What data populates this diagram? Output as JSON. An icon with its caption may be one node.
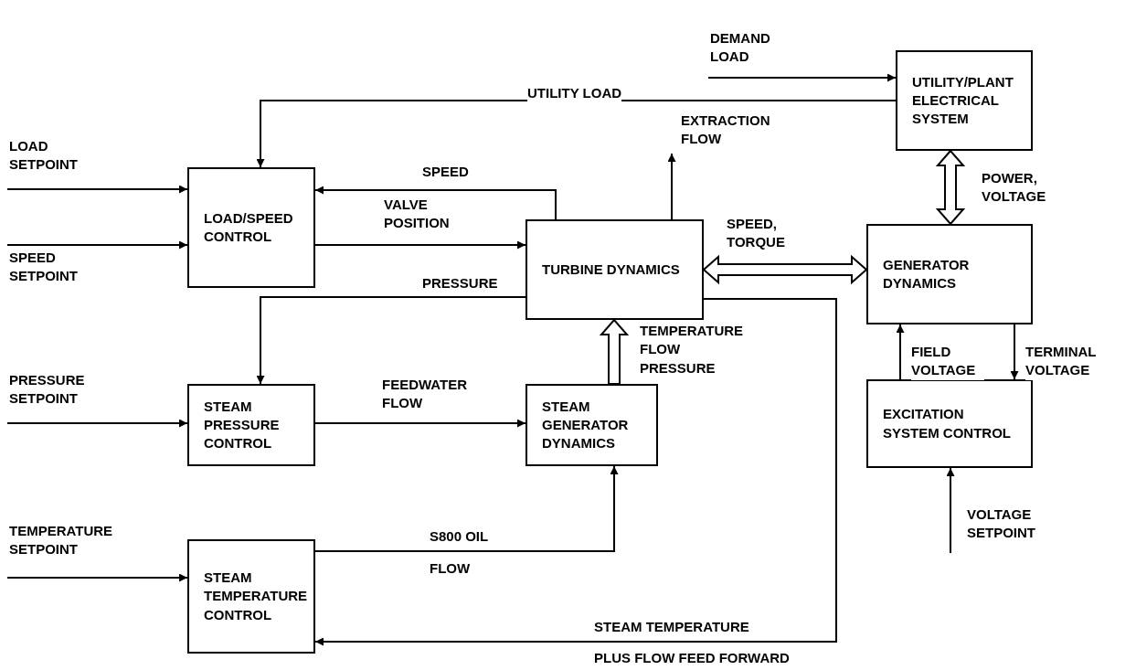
{
  "diagram": {
    "nodes": [
      {
        "text": [
          "UTILITY/PLANT ELECTRICAL SYSTEM"
        ]
      },
      {
        "text": [
          "LOAD/SPEED CONTROL"
        ]
      },
      {
        "text": [
          "TURBINE DYNAMICS"
        ]
      },
      {
        "text": [
          "GENERATOR DYNAMICS"
        ]
      },
      {
        "text": [
          "STEAM PRESSURE CONTROL"
        ]
      },
      {
        "text": [
          "STEAM GENERATOR DYNAMICS"
        ]
      },
      {
        "text": [
          "EXCITATION SYSTEM CONTROL"
        ]
      },
      {
        "text": [
          "STEAM TEMPERATURE CONTROL"
        ]
      }
    ],
    "edges": [
      {
        "from": null,
        "to": 0,
        "arrow": "to",
        "label": "DEMAND LOAD"
      },
      {
        "from": 0,
        "to": 1,
        "arrow": "to",
        "label": "UTILITY LOAD"
      },
      {
        "from": null,
        "to": 1,
        "arrow": "to",
        "label": "LOAD SETPOINT"
      },
      {
        "from": null,
        "to": 1,
        "arrow": "to",
        "label": "SPEED SETPOINT"
      },
      {
        "from": 2,
        "to": 1,
        "arrow": "to",
        "label": "SPEED"
      },
      {
        "from": 1,
        "to": 2,
        "arrow": "to",
        "label": "VALVE POSITION"
      },
      {
        "from": 2,
        "to": null,
        "arrow": "to",
        "label": "EXTRACTION FLOW"
      },
      {
        "from": 2,
        "to": 3,
        "arrow": "both",
        "label": "SPEED, TORQUE",
        "style": "thick"
      },
      {
        "from": 0,
        "to": 3,
        "arrow": "both",
        "label": "POWER, VOLTAGE",
        "style": "thick"
      },
      {
        "from": 2,
        "to": 4,
        "arrow": "to",
        "label": "PRESSURE"
      },
      {
        "from": null,
        "to": 4,
        "arrow": "to",
        "label": "PRESSURE SETPOINT"
      },
      {
        "from": 4,
        "to": 5,
        "arrow": "to",
        "label": "FEEDWATER FLOW"
      },
      {
        "from": 5,
        "to": 2,
        "arrow": "to",
        "label": "TEMPERATURE FLOW PRESSURE",
        "style": "thick"
      },
      {
        "from": 7,
        "to": 5,
        "arrow": "to",
        "label": "S800 OIL"
      },
      {
        "from": 2,
        "to": 7,
        "arrow": "to",
        "label": "STEAM TEMPERATURE"
      },
      {
        "from": 6,
        "to": 3,
        "arrow": "to",
        "label": "FIELD VOLTAGE"
      },
      {
        "from": 3,
        "to": 6,
        "arrow": "to",
        "label": "TERMINAL VOLTAGE"
      },
      {
        "from": null,
        "to": 6,
        "arrow": "to",
        "label": "VOLTAGE SETPOINT"
      },
      {
        "from": null,
        "to": 7,
        "arrow": "to",
        "label": "TEMPERATURE SETPOINT"
      }
    ],
    "labels": [
      "FLOW",
      "PLUS FLOW FEED FORWARD"
    ]
  }
}
